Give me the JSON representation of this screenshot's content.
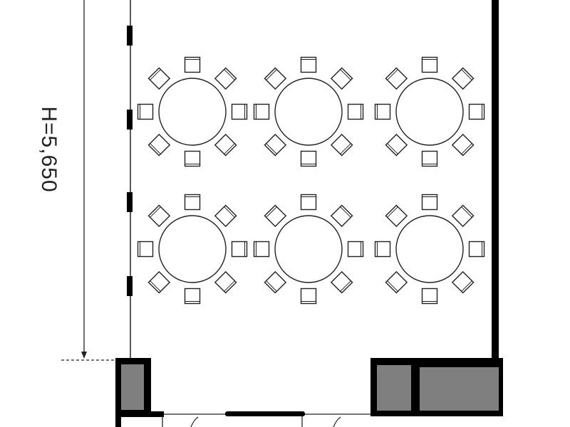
{
  "plan": {
    "dimension_label": "H=5,650",
    "colors": {
      "wall": "#000000",
      "line": "#222222",
      "column_fill": "#7f7f7f",
      "background": "#ffffff"
    },
    "tables": [
      {
        "id": "table-1",
        "row": 1,
        "col": 1,
        "chairs": 8
      },
      {
        "id": "table-2",
        "row": 1,
        "col": 2,
        "chairs": 8
      },
      {
        "id": "table-3",
        "row": 1,
        "col": 3,
        "chairs": 8
      },
      {
        "id": "table-4",
        "row": 2,
        "col": 1,
        "chairs": 8
      },
      {
        "id": "table-5",
        "row": 2,
        "col": 2,
        "chairs": 8
      },
      {
        "id": "table-6",
        "row": 2,
        "col": 3,
        "chairs": 8
      }
    ]
  }
}
